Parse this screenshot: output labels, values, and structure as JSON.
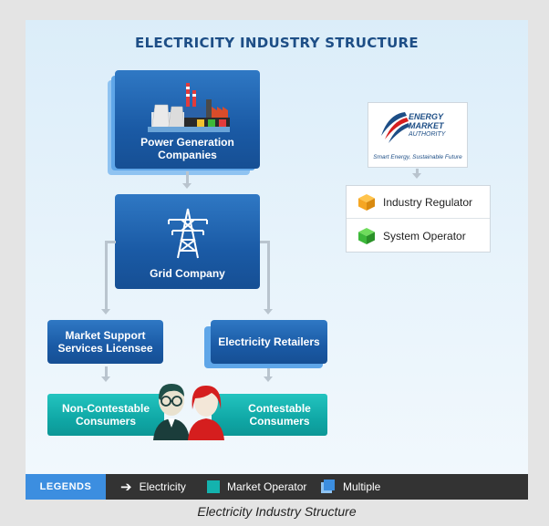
{
  "title": "ELECTRICITY INDUSTRY STRUCTURE",
  "nodes": {
    "generation": {
      "line1": "Power Generation",
      "line2": "Companies"
    },
    "grid": {
      "label": "Grid Company"
    },
    "mssl": {
      "line1": "Market Support",
      "line2": "Services Licensee"
    },
    "retailers": {
      "label": "Electricity Retailers"
    },
    "non_contestable": {
      "line1": "Non-Contestable",
      "line2": "Consumers"
    },
    "contestable": {
      "line1": "Contestable",
      "line2": "Consumers"
    }
  },
  "ema": {
    "line1": "ENERGY",
    "line2": "MARKET",
    "line3": "AUTHORITY",
    "tagline": "Smart Energy, Sustainable Future"
  },
  "roles": [
    {
      "label": "Industry Regulator",
      "color": "#f5a623"
    },
    {
      "label": "System Operator",
      "color": "#3db83a"
    }
  ],
  "legend": {
    "tag": "LEGENDS",
    "items": [
      {
        "label": "Electricity",
        "icon": "arrow-right-icon"
      },
      {
        "label": "Market Operator",
        "icon": "teal-square-icon",
        "color": "#14b3ae"
      },
      {
        "label": "Multiple",
        "icon": "stacked-squares-icon",
        "color": "#3c8ee0"
      }
    ]
  },
  "caption": "Electricity Industry Structure"
}
